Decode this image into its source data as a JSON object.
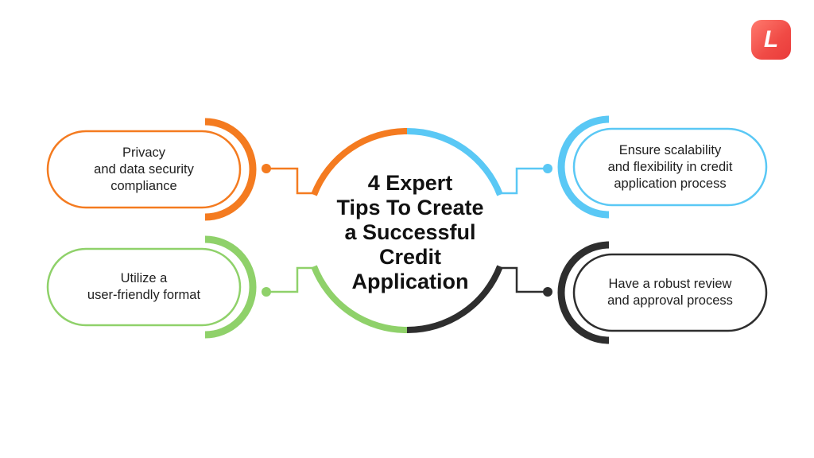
{
  "brand": {
    "logo_letter": "L",
    "logo_color": "#f04a45"
  },
  "center": {
    "title": "4 Expert\nTips To Create\na Successful\nCredit\nApplication"
  },
  "tips": [
    {
      "id": "privacy",
      "text": "Privacy\nand data security\ncompliance",
      "color": "#f47b20"
    },
    {
      "id": "user-friendly",
      "text": "Utilize a\nuser-friendly format",
      "color": "#8fd16a"
    },
    {
      "id": "scalability",
      "text": "Ensure scalability\nand flexibility in credit\napplication process",
      "color": "#5ac8f5"
    },
    {
      "id": "review",
      "text": "Have a robust review\nand approval process",
      "color": "#2e2e2e"
    }
  ]
}
